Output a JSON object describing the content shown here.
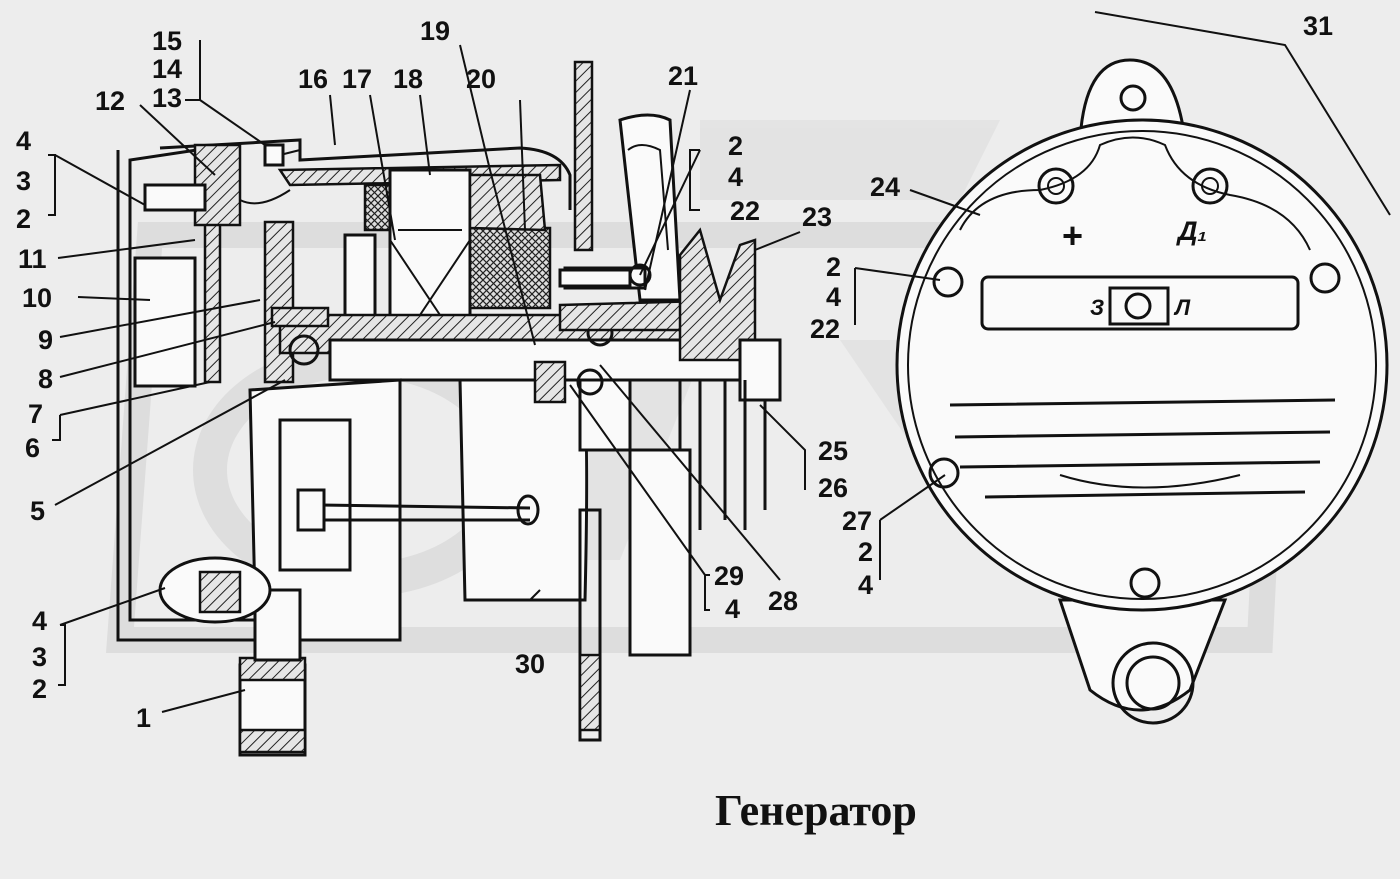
{
  "caption": "Генератор",
  "callouts": [
    {
      "id": "c1",
      "text": "1"
    },
    {
      "id": "c2a",
      "text": "2"
    },
    {
      "id": "c3a",
      "text": "3"
    },
    {
      "id": "c4a",
      "text": "4"
    },
    {
      "id": "c5",
      "text": "5"
    },
    {
      "id": "c6",
      "text": "6"
    },
    {
      "id": "c7",
      "text": "7"
    },
    {
      "id": "c8",
      "text": "8"
    },
    {
      "id": "c9",
      "text": "9"
    },
    {
      "id": "c10",
      "text": "10"
    },
    {
      "id": "c11",
      "text": "11"
    },
    {
      "id": "c12",
      "text": "12"
    },
    {
      "id": "c13",
      "text": "13"
    },
    {
      "id": "c14",
      "text": "14"
    },
    {
      "id": "c15",
      "text": "15"
    },
    {
      "id": "c16",
      "text": "16"
    },
    {
      "id": "c17",
      "text": "17"
    },
    {
      "id": "c18",
      "text": "18"
    },
    {
      "id": "c19",
      "text": "19"
    },
    {
      "id": "c20",
      "text": "20"
    },
    {
      "id": "c21",
      "text": "21"
    },
    {
      "id": "c2b",
      "text": "2"
    },
    {
      "id": "c4b",
      "text": "4"
    },
    {
      "id": "c22b",
      "text": "22"
    },
    {
      "id": "c23",
      "text": "23"
    },
    {
      "id": "c24",
      "text": "24"
    },
    {
      "id": "c2c",
      "text": "2"
    },
    {
      "id": "c4c",
      "text": "4"
    },
    {
      "id": "c22c",
      "text": "22"
    },
    {
      "id": "c25",
      "text": "25"
    },
    {
      "id": "c26",
      "text": "26"
    },
    {
      "id": "c27",
      "text": "27"
    },
    {
      "id": "c2d",
      "text": "2"
    },
    {
      "id": "c4d",
      "text": "4"
    },
    {
      "id": "c28",
      "text": "28"
    },
    {
      "id": "c29",
      "text": "29"
    },
    {
      "id": "c4e",
      "text": "4"
    },
    {
      "id": "c30",
      "text": "30"
    },
    {
      "id": "c31",
      "text": "31"
    },
    {
      "id": "c4f",
      "text": "4"
    },
    {
      "id": "c3f",
      "text": "3"
    },
    {
      "id": "c2f",
      "text": "2"
    }
  ],
  "terminal_labels": {
    "plus": "+",
    "d1": "Д₁",
    "z": "З",
    "l": "Л"
  }
}
